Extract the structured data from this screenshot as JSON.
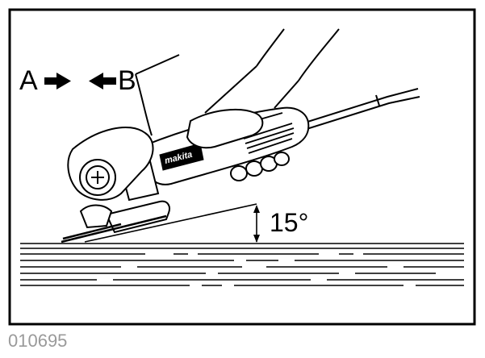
{
  "labels": {
    "a": "A",
    "b": "B",
    "angle": "15°",
    "brand": "makita",
    "figure_code": "010695"
  },
  "colors": {
    "line": "#000000",
    "background": "#ffffff",
    "code_text": "#9a9a9a"
  },
  "icons": {
    "arrow_a": "arrow-right-icon",
    "arrow_b": "arrow-left-icon"
  }
}
